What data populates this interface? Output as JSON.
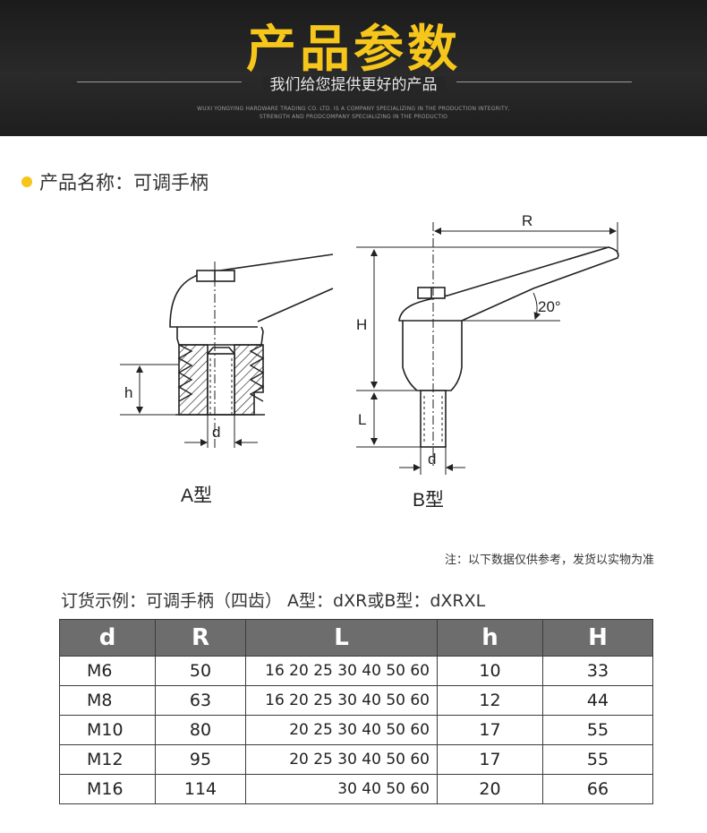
{
  "header": {
    "title": "产品参数",
    "subtitle": "我们给您提供更好的产品",
    "tagline_line1": "WUXI YONGYING HARDWARE TRADING CO. LTD. IS A COMPANY SPECIALIZING IN THE PRODUCTION INTEGRITY,",
    "tagline_line2": "STRENGTH AND PRODCOMPANY SPECIALIZING IN THE PRODUCTIO"
  },
  "product": {
    "name_label": "产品名称：可调手柄"
  },
  "drawing": {
    "type_a_label": "A型",
    "type_b_label": "B型",
    "dim_h_small": "h",
    "dim_d_a": "d",
    "dim_r": "R",
    "dim_h_big": "H",
    "dim_angle": "20°",
    "dim_l": "L",
    "dim_d_b": "d"
  },
  "note": "注：以下数据仅供参考，发货以实物为准",
  "order_example": "订货示例：可调手柄（四齿） A型：dXR或B型：dXRXL",
  "table": {
    "headers": [
      "d",
      "R",
      "L",
      "h",
      "H"
    ],
    "rows": [
      {
        "d": "M6",
        "R": "50",
        "L": "16  20  25  30  40  50  60",
        "h": "10",
        "H": "33"
      },
      {
        "d": "M8",
        "R": "63",
        "L": "16  20  25  30  40  50  60",
        "h": "12",
        "H": "44"
      },
      {
        "d": "M10",
        "R": "80",
        "L": "20  25  30  40  50  60",
        "h": "17",
        "H": "55"
      },
      {
        "d": "M12",
        "R": "95",
        "L": "20  25  30  40  50  60",
        "h": "17",
        "H": "55"
      },
      {
        "d": "M16",
        "R": "114",
        "L": "30  40  50  60",
        "h": "20",
        "H": "66"
      }
    ]
  }
}
